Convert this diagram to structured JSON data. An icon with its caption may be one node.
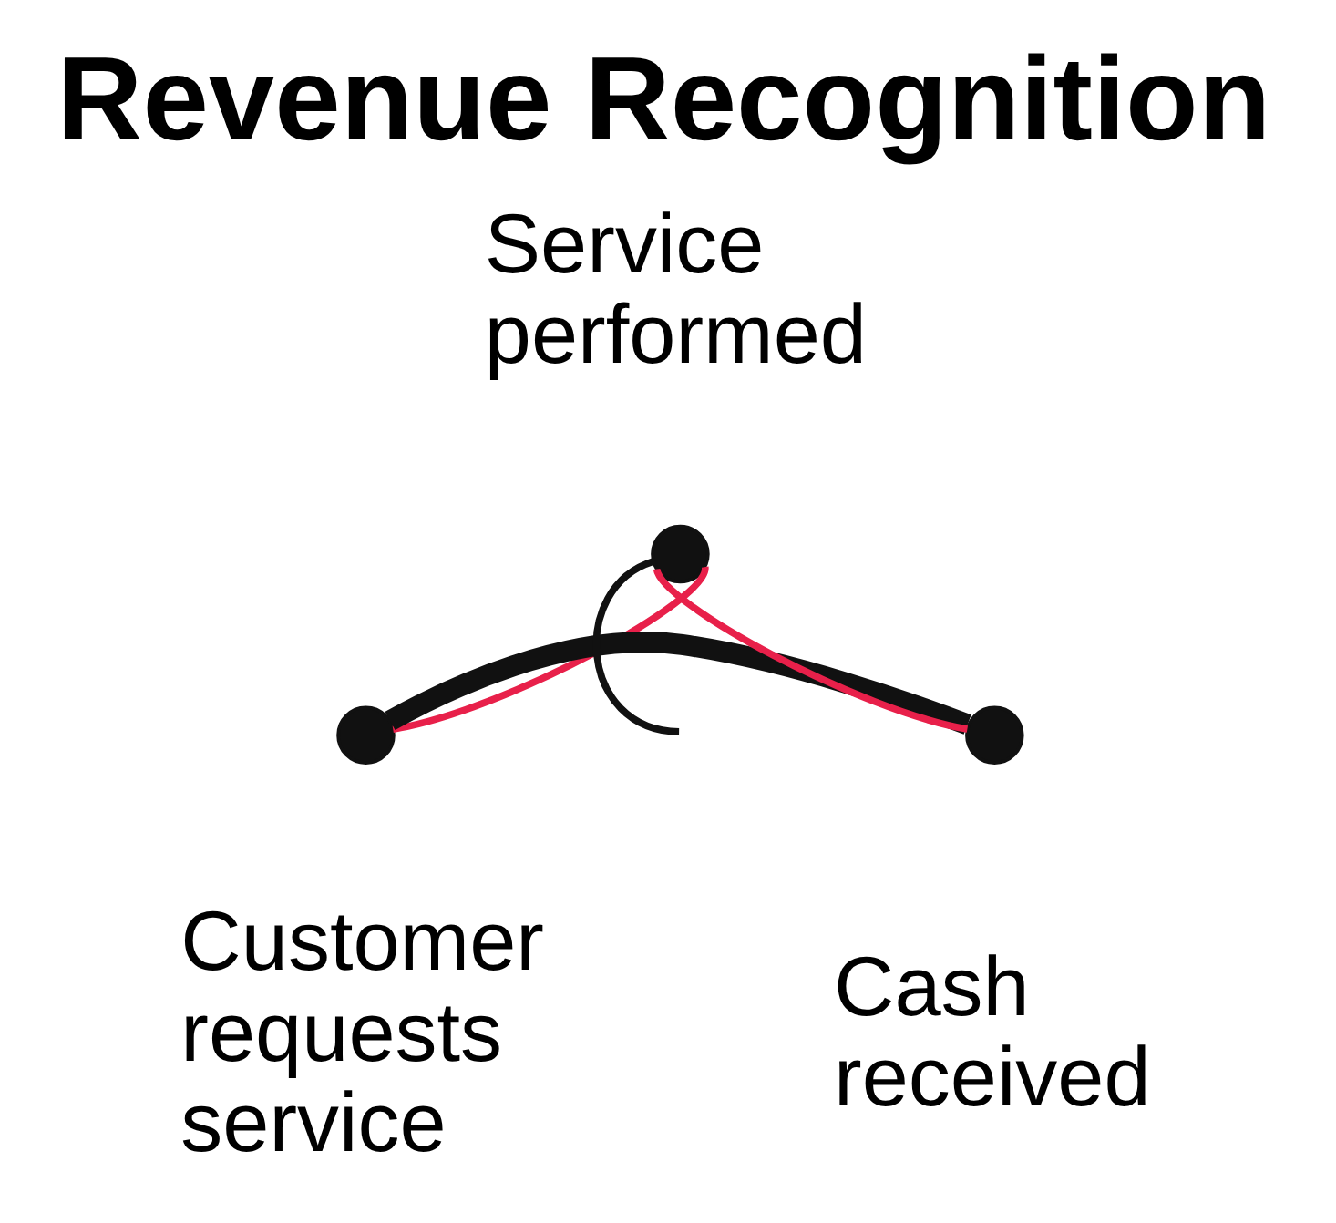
{
  "diagram": {
    "title": "Revenue Recognition",
    "nodes": [
      {
        "text": [],
        "shape": "circle",
        "beside": [
          "Customer requests service"
        ]
      },
      {
        "text": [],
        "shape": "circle",
        "beside": [
          "Service performed"
        ]
      },
      {
        "text": [],
        "shape": "circle",
        "beside": [
          "Cash received"
        ]
      }
    ],
    "edges": [
      {
        "from": 0,
        "to": 1,
        "arrow": "none",
        "color": "#e8204a"
      },
      {
        "from": 1,
        "to": 2,
        "arrow": "none",
        "color": "#e8204a"
      },
      {
        "from": 0,
        "to": 2,
        "arrow": "none",
        "style": "thick",
        "color": "#111111"
      },
      {
        "from": 1,
        "to": null,
        "arrow": "none",
        "color": "#111111"
      }
    ]
  }
}
